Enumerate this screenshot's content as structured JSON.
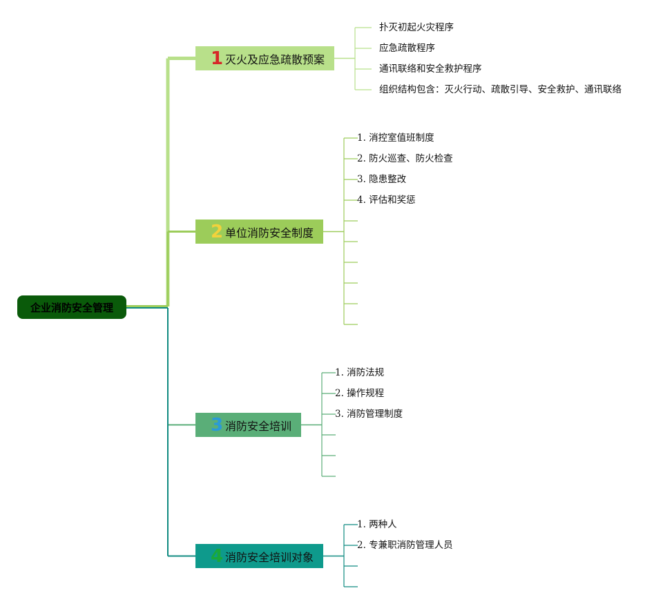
{
  "root": {
    "label": "企业消防安全管理",
    "color": "#0a5a0a"
  },
  "branches": [
    {
      "number": "1",
      "number_color": "#d62828",
      "label": "灭火及应急疏散预案",
      "box_color": "#b8e08a",
      "line_color": "#b8e08a",
      "items": [
        {
          "index": "",
          "text": "扑灭初起火灾程序"
        },
        {
          "index": "",
          "text": "应急疏散程序"
        },
        {
          "index": "",
          "text": "通讯联络和安全救护程序"
        },
        {
          "index": "",
          "text": "组织结构包含：灭火行动、疏散引导、安全救护、通讯联络"
        }
      ]
    },
    {
      "number": "2",
      "number_color": "#f2d23c",
      "label": "单位消防安全制度",
      "box_color": "#9ccc5a",
      "line_color": "#9ccc5a",
      "items": [
        {
          "index": "1.",
          "text": "消控室值班制度"
        },
        {
          "index": "2.",
          "text": "防火巡查、防火检查"
        },
        {
          "index": "3.",
          "text": "隐患整改"
        },
        {
          "index": "4.",
          "text": "评估和奖惩"
        },
        {
          "index": "",
          "text": ""
        },
        {
          "index": "",
          "text": ""
        },
        {
          "index": "",
          "text": ""
        },
        {
          "index": "",
          "text": ""
        },
        {
          "index": "",
          "text": ""
        },
        {
          "index": "",
          "text": ""
        }
      ]
    },
    {
      "number": "3",
      "number_color": "#2a9ad8",
      "label": "消防安全培训",
      "box_color": "#5aae78",
      "line_color": "#5aae78",
      "items": [
        {
          "index": "1.",
          "text": "消防法规"
        },
        {
          "index": "2.",
          "text": "操作规程"
        },
        {
          "index": "3.",
          "text": "消防管理制度"
        },
        {
          "index": "",
          "text": ""
        },
        {
          "index": "",
          "text": ""
        },
        {
          "index": "",
          "text": ""
        }
      ]
    },
    {
      "number": "4",
      "number_color": "#1aa83a",
      "label": "消防安全培训对象",
      "box_color": "#0e9a8c",
      "line_color": "#0e8a80",
      "items": [
        {
          "index": "1.",
          "text": "两种人"
        },
        {
          "index": "2.",
          "text": "专兼职消防管理人员"
        },
        {
          "index": "",
          "text": ""
        },
        {
          "index": "",
          "text": ""
        }
      ]
    }
  ]
}
